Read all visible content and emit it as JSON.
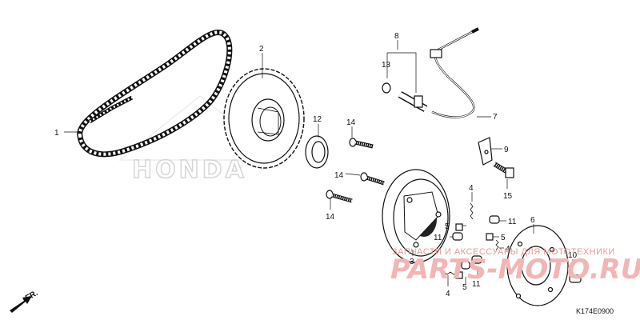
{
  "diagram": {
    "code": "K174E0900",
    "direction_label": "FR.",
    "watermark_brand": "HONDA",
    "watermark_tagline": "ЗАПЧАСТИ И АКСЕССУАРЫ ДЛЯ МОТОТЕХНИКИ",
    "watermark_site": "PARTS-MOTO.RU"
  },
  "callouts": {
    "c1": "1",
    "c2": "2",
    "c3": "3",
    "c4a": "4",
    "c4b": "4",
    "c4c": "4",
    "c5a": "5",
    "c5b": "5",
    "c5c": "5",
    "c6": "6",
    "c7": "7",
    "c8": "8",
    "c9": "9",
    "c10": "10",
    "c11a": "11",
    "c11b": "11",
    "c11c": "11",
    "c12": "12",
    "c13": "13",
    "c14a": "14",
    "c14b": "14",
    "c14c": "14",
    "c15": "15"
  }
}
